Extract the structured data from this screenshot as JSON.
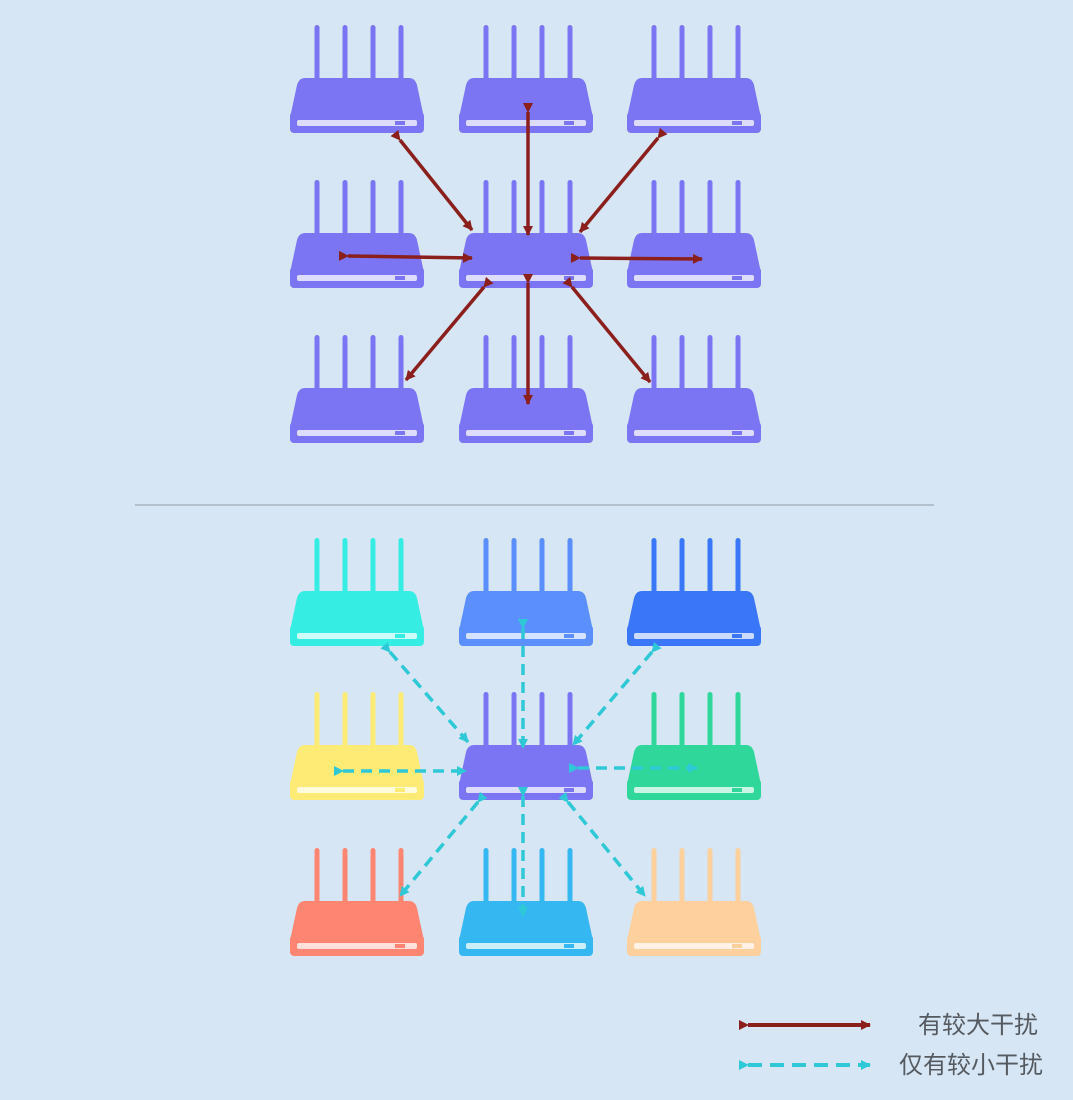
{
  "colors": {
    "background": "#d6e6f4",
    "separator": "#a9b4bf",
    "strong_arrow": "#8b1f1c",
    "weak_arrow": "#2ec8d6",
    "router_base_light": "#ffffff",
    "router_default": "#7b75f4"
  },
  "top_group": {
    "grid": [
      [
        "#7b75f4",
        "#7b75f4",
        "#7b75f4"
      ],
      [
        "#7b75f4",
        "#7b75f4",
        "#7b75f4"
      ],
      [
        "#7b75f4",
        "#7b75f4",
        "#7b75f4"
      ]
    ],
    "connection_style": "strong"
  },
  "bottom_group": {
    "grid": [
      [
        "#35ede3",
        "#5b8ffd",
        "#3a76f8"
      ],
      [
        "#fdeb76",
        "#7b75f4",
        "#2fd89a"
      ],
      [
        "#fd8572",
        "#35b7f2",
        "#fdd09e"
      ]
    ],
    "connection_style": "weak"
  },
  "legend": [
    {
      "style": "strong",
      "label": "有较大干扰"
    },
    {
      "style": "weak",
      "label": "仅有较小干扰"
    }
  ]
}
